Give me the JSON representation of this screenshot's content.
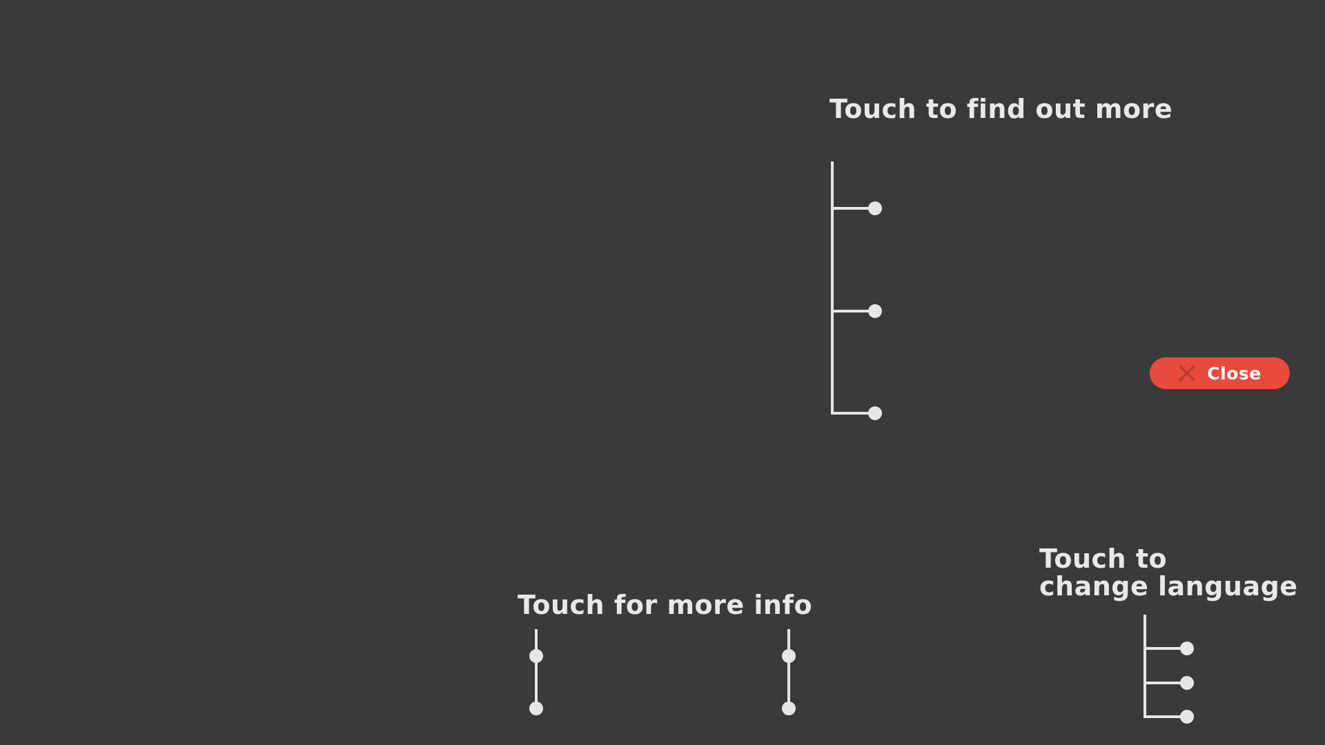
{
  "hints": {
    "find_out_more": "Touch to find out more",
    "more_info": "Touch for more info",
    "change_language_line1": "Touch to",
    "change_language_line2": "change language"
  },
  "close_button": {
    "label": "Close",
    "icon": "close-icon"
  },
  "colors": {
    "background": "#3a3a3a",
    "foreground": "#e6e6e6",
    "accent": "#e84a3c",
    "close_icon": "#b83a30"
  }
}
